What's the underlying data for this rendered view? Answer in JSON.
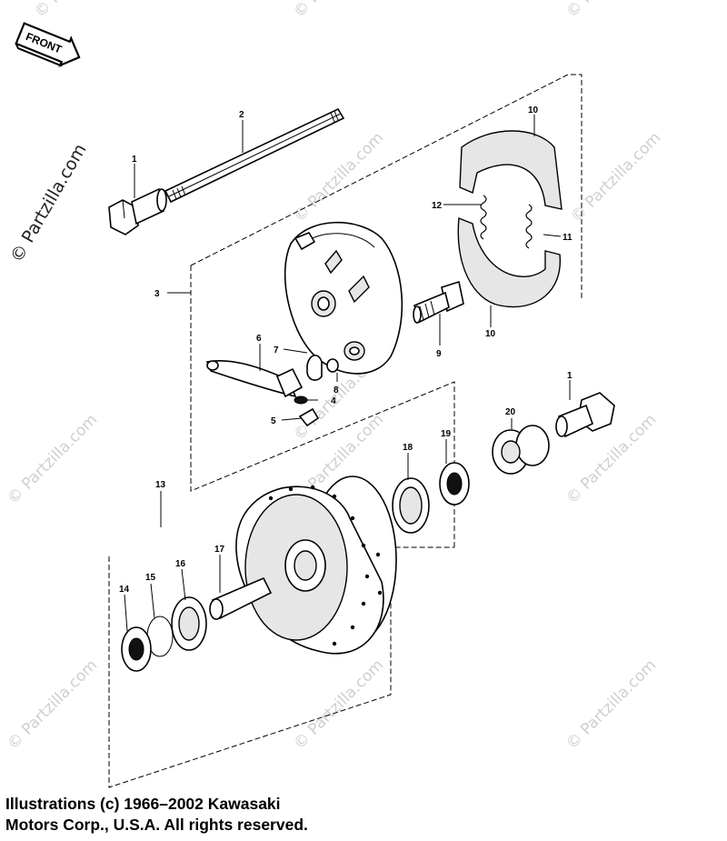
{
  "badge": {
    "front_label": "FRONT"
  },
  "watermark": {
    "primary": "© Partzilla.com",
    "tiles": [
      "© Partzilla.com",
      "© Partzilla.com",
      "© Partzilla.com",
      "© Partzilla.com",
      "© Partzilla.com",
      "© Partzilla.com",
      "© Partzilla.com",
      "© Partzilla.com",
      "© Partzilla.com",
      "© Partzilla.com",
      "© Partzilla.com",
      "© Partzilla.com"
    ]
  },
  "callouts": {
    "c1a": "1",
    "c1b": "1",
    "c2": "2",
    "c3": "3",
    "c4": "4",
    "c5": "5",
    "c6": "6",
    "c7": "7",
    "c8": "8",
    "c9": "9",
    "c10a": "10",
    "c10b": "10",
    "c11": "11",
    "c12": "12",
    "c13": "13",
    "c14": "14",
    "c15": "15",
    "c16": "16",
    "c17": "17",
    "c18": "18",
    "c19": "19",
    "c20": "20"
  },
  "caption": {
    "line1": "Illustrations (c) 1966–2002 Kawasaki",
    "line2": "Motors Corp., U.S.A.  All rights reserved."
  }
}
